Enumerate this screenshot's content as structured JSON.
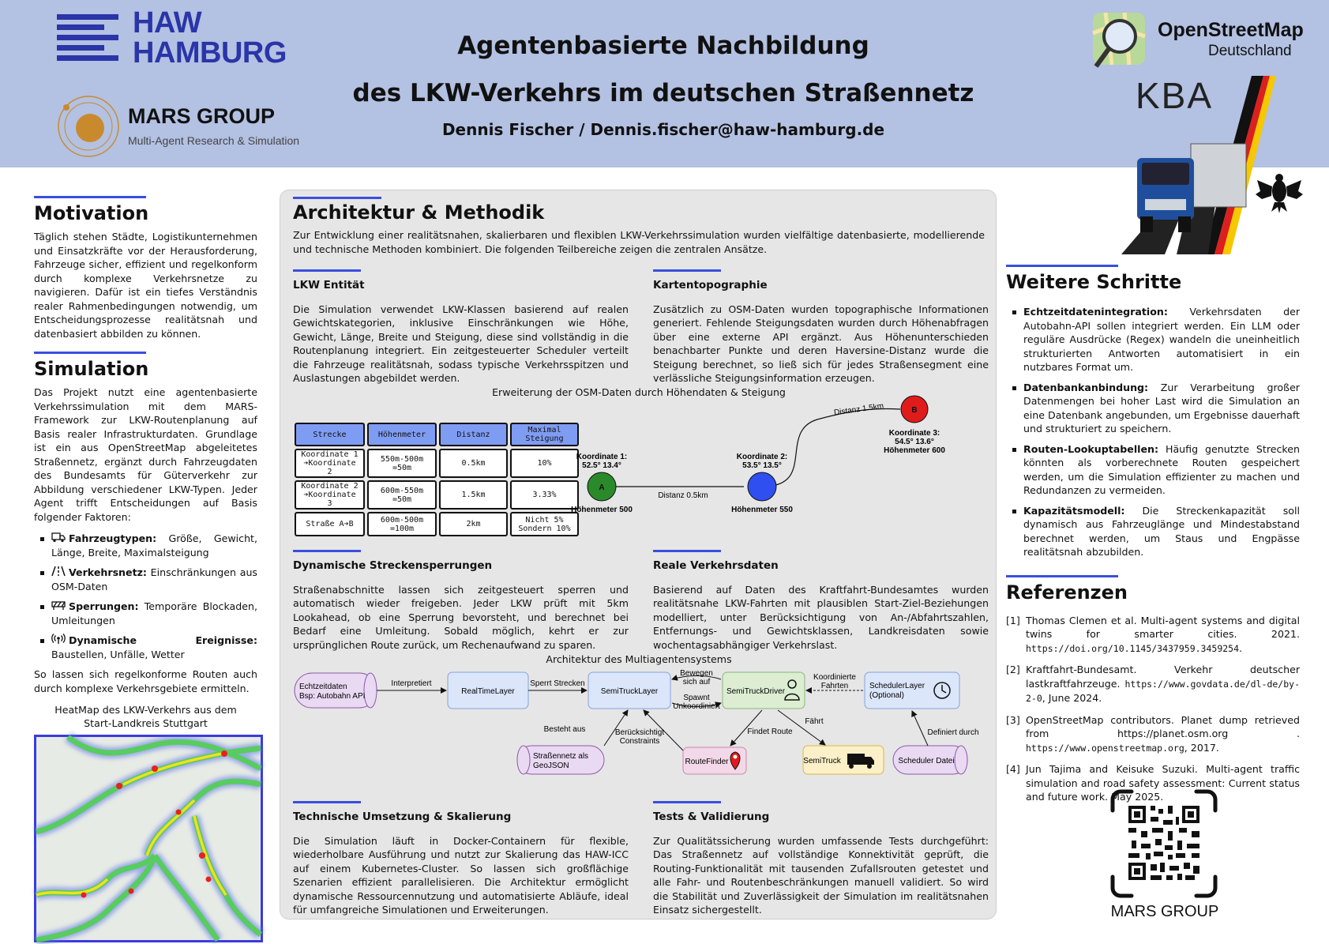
{
  "header": {
    "haw_logo_line1": "HAW",
    "haw_logo_line2": "HAMBURG",
    "mars_logo_title": "MARS GROUP",
    "mars_logo_subtitle": "Multi-Agent Research & Simulation",
    "title_line1": "Agentenbasierte Nachbildung",
    "title_line2": "des LKW-Verkehrs im deutschen Straßennetz",
    "author": "Dennis Fischer /  Dennis.fischer@haw-hamburg.de",
    "osm_logo_name": "OpenStreetMap",
    "osm_logo_sub": "Deutschland",
    "kba_logo_text": "KBA"
  },
  "motivation": {
    "title": "Motivation",
    "text": "Täglich stehen Städte, Logistikunternehmen und Einsatzkräfte vor der Herausforderung, Fahrzeuge sicher, effizient und regelkonform durch komplexe Verkehrsnetze zu navigieren. Dafür ist ein tiefes Verständnis realer Rahmenbedingungen notwendig, um Entscheidungsprozesse realitätsnah und datenbasiert abbilden zu können."
  },
  "simulation": {
    "title": "Simulation",
    "text": "Das Projekt nutzt eine agentenbasierte Verkehrssimulation mit dem MARS-Framework zur LKW-Routenplanung auf Basis realer Infrastrukturdaten. Grundlage ist ein aus OpenStreetMap abgeleitetes Straßennetz, ergänzt durch Fahrzeugdaten des Bundesamts für Güterverkehr zur Abbildung verschiedener LKW-Typen. Jeder Agent trifft Entscheidungen auf Basis folgender Faktoren:",
    "factors": [
      {
        "label": "Fahrzeugtypen:",
        "text": " Größe, Gewicht, Länge, Breite, Maximalsteigung",
        "icon": "truck-icon"
      },
      {
        "label": "Verkehrsnetz:",
        "text": " Einschränkungen aus OSM-Daten",
        "icon": "road-icon"
      },
      {
        "label": "Sperrungen:",
        "text": " Temporäre Blockaden, Umleitungen",
        "icon": "barrier-icon"
      },
      {
        "label": "Dynamische Ereignisse:",
        "text": " Baustellen, Unfälle, Wetter",
        "icon": "broadcast-icon"
      }
    ],
    "closing": "So lassen sich regelkonforme Routen auch durch komplexe Verkehrsgebiete ermitteln.",
    "heatmap_caption_1": "HeatMap des LKW-Verkehrs aus dem",
    "heatmap_caption_2": "Start-Landkreis Stuttgart"
  },
  "architecture": {
    "title": "Architektur & Methodik",
    "intro": "Zur Entwicklung einer realitätsnahen, skalierbaren und flexiblen LKW-Verkehrssimulation wurden vielfältige datenbasierte, modellierende und technische Methoden kombiniert. Die folgenden Teilbereiche zeigen die zentralen Ansätze.",
    "lkw_title": "LKW Entität",
    "lkw_text": "Die Simulation verwendet LKW-Klassen basierend auf realen Gewichtskategorien, inklusive Einschränkungen wie Höhe, Gewicht, Länge, Breite und Steigung, diese sind vollständig in die Routenplanung integriert. Ein zeitgesteuerter Scheduler verteilt die Fahrzeuge realitätsnah, sodass typische Verkehrsspitzen und Auslastungen abgebildet werden.",
    "karte_title": "Kartentopographie",
    "karte_text": "Zusätzlich zu OSM-Daten wurden topographische Informationen generiert. Fehlende Steigungsdaten wurden durch Höhenabfragen über eine externe API ergänzt. Aus Höhenunterschieden benachbarter Punkte und deren Haversine-Distanz wurde die Steigung berechnet, so ließ sich für jedes Straßensegment eine verlässliche Steigungsinformation erzeugen.",
    "osm_fig_caption": "Erweiterung der OSM-Daten durch Höhendaten & Steigung",
    "table": {
      "headers": [
        "Strecke",
        "Höhenmeter",
        "Distanz",
        "Maximal Steigung"
      ],
      "rows": [
        [
          "Koordinate 1 ➔Koordinate 2",
          "550m-500m =50m",
          "0.5km",
          "10%"
        ],
        [
          "Koordinate 2 ➔Koordinate 3",
          "600m-550m =50m",
          "1.5km",
          "3.33%"
        ],
        [
          "Straße A➔B",
          "600m-500m =100m",
          "2km",
          "Nicht 5% Sondern 10%"
        ]
      ]
    },
    "route_diagram": {
      "coord1_label": "Koordinate 1:",
      "coord1_value": "52.5° 13.4°",
      "coord1_height": "Höhenmeter 500",
      "coord2_label": "Koordinate 2:",
      "coord2_value": "53.5° 13.5°",
      "coord2_height": "Höhenmeter 550",
      "coord3_label": "Koordinate 3:",
      "coord3_value": "54.5° 13.6°",
      "coord3_height": "Höhenmeter 600",
      "node_a": "A",
      "node_b": "B",
      "dist_1": "Distanz 0.5km",
      "dist_2": "Distanz 1.5km",
      "colors": {
        "a": "#2a8a2a",
        "mid": "#2f4ff0",
        "b": "#e01b1b"
      }
    },
    "sperr_title": "Dynamische Streckensperrungen",
    "sperr_text": "Straßenabschnitte lassen sich zeitgesteuert sperren und automatisch wieder freigeben. Jeder LKW prüft mit 5km Lookahead, ob eine Sperrung bevorsteht, und berechnet bei Bedarf eine Umleitung. Sobald möglich, kehrt er zur ursprünglichen Route zurück, um Rechenaufwand zu sparen.",
    "real_title": "Reale Verkehrsdaten",
    "real_text": "Basierend auf Daten des Kraftfahrt-Bundesamtes wurden realitätsnahe LKW-Fahrten mit plausiblen Start-Ziel-Beziehungen modelliert, unter Berücksichtigung von An-/Abfahrtszahlen, Entfernungs- und Gewichtsklassen, Landkreisdaten sowie wochentagsabhängiger Verkehrslast.",
    "mas_caption": "Architektur des Multiagentensystems",
    "mas": {
      "echtzeit": "Echtzeitdaten",
      "echtzeit_sub": "Bsp: Autobahn API",
      "interpretiert": "Interpretiert",
      "realtime": "RealTimeLayer",
      "sperrt": "Sperrt Strecken",
      "semilayer": "SemiTruckLayer",
      "bewegen_1": "Bewegen",
      "bewegen_2": "sich auf",
      "spawnt_1": "Spawnt",
      "spawnt_2": "Unkoordiniert",
      "driver": "SemiTruckDriver",
      "koord_1": "Koordinierte",
      "koord_2": "Fahrten",
      "scheduler_1": "SchedulerLayer",
      "scheduler_2": "(Optional)",
      "besteht": "Besteht aus",
      "strassen_1": "Straßennetz als",
      "strassen_2": "GeoJSON",
      "berueck_1": "Berücksichtigt",
      "berueck_2": "Constraints",
      "findet": "Findet Route",
      "routefinder": "RouteFinder",
      "faehrt": "Fährt",
      "semitruck": "SemiTruck",
      "definiert": "Definiert durch",
      "schedfile": "Scheduler Datei"
    },
    "tech_title": "Technische Umsetzung & Skalierung",
    "tech_text": "Die Simulation läuft in Docker-Containern für flexible, wiederholbare Ausführung und nutzt zur Skalierung das HAW-ICC auf einem Kubernetes-Cluster. So lassen sich großflächige Szenarien effizient parallelisieren. Die Architektur ermöglicht dynamische Ressourcennutzung und automatisierte Abläufe, ideal für umfangreiche Simulationen und Erweiterungen.",
    "test_title": "Tests & Validierung",
    "test_text": "Zur Qualitätssicherung wurden umfassende Tests durchgeführt: Das Straßennetz auf vollständige Konnektivität geprüft, die Routing-Funktionalität mit tausenden Zufallsrouten getestet und alle Fahr- und Routenbeschränkungen manuell validiert. So wird die Stabilität und Zuverlässigkeit der Simulation im realitätsnahen Einsatz sichergestellt."
  },
  "next_steps": {
    "title": "Weitere Schritte",
    "items": [
      {
        "label": "Echtzeitdatenintegration:",
        "text": " Verkehrsdaten der Autobahn-API sollen integriert werden. Ein LLM oder reguläre Ausdrücke (Regex) wandeln die uneinheitlich strukturierten Antworten automatisiert in ein nutzbares Format um."
      },
      {
        "label": "Datenbankanbindung:",
        "text": " Zur Verarbeitung großer Datenmengen bei hoher Last wird die Simulation an eine Datenbank angebunden, um Ergebnisse dauerhaft und strukturiert zu speichern."
      },
      {
        "label": "Routen-Lookuptabellen:",
        "text": " Häufig genutzte Strecken könnten als vorberechnete Routen gespeichert werden, um die Simulation effizienter zu machen und Redundanzen zu vermeiden."
      },
      {
        "label": "Kapazitätsmodell:",
        "text": " Die Streckenkapazität soll dynamisch aus Fahrzeuglänge und Mindestabstand berechnet werden, um Staus und Engpässe realitätsnah abzubilden."
      }
    ]
  },
  "references": {
    "title": "Referenzen",
    "items": [
      {
        "num": "[1]",
        "text": "Thomas Clemen et al. Multi-agent systems and digital twins for smarter cities. 2021. ",
        "mono": "https://doi.org/10.1145/3437959.3459254",
        "tail": "."
      },
      {
        "num": "[2]",
        "text": "Kraftfahrt-Bundesamt. Verkehr deutscher lastkraftfahrzeuge. ",
        "mono": "https://www.govdata.de/dl-de/by-2-0",
        "tail": ", June 2024."
      },
      {
        "num": "[3]",
        "text": "OpenStreetMap contributors. Planet dump retrieved from https://planet.osm.org . ",
        "mono": "https://www.openstreetmap.org",
        "tail": ", 2017."
      },
      {
        "num": "[4]",
        "text": "Jun Tajima and Keisuke Suzuki. Multi-agent traffic simulation and road safety assessment: Current status and future work. May 2025.",
        "mono": "",
        "tail": ""
      }
    ]
  },
  "qr_label": "MARS GROUP",
  "colors": {
    "header_bg": "#b3c1e2",
    "accent_blue": "#3a4ee0",
    "haw_blue": "#2a35a8",
    "table_header": "#7f9cf3",
    "mars_orange": "#c98a2e"
  }
}
